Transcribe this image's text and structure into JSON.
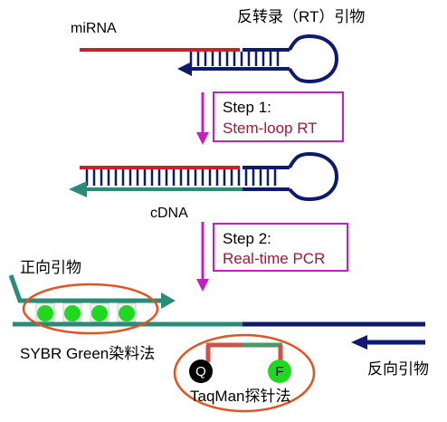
{
  "labels": {
    "mirna": "miRNA",
    "rt_primer": "反转录（RT）引物",
    "cdna": "cDNA",
    "forward_primer": "正向引物",
    "reverse_primer": "反向引物",
    "sybr": "SYBR Green染料法",
    "taqman": "TaqMan探针法",
    "quencher": "Q",
    "fluor": "F"
  },
  "steps": [
    {
      "title": "Step 1:",
      "name": "Stem-loop RT"
    },
    {
      "title": "Step 2:",
      "name": "Real-time PCR"
    }
  ],
  "colors": {
    "mirna_red": "#cc1f2e",
    "navy": "#0d1a6e",
    "teal": "#2a8c78",
    "magenta": "#c21fc6",
    "ellipse_orange": "#e2541f",
    "dye_green": "#1fd81f",
    "probe_red": "#c8544a",
    "probe_green": "#4a9a62",
    "step_text": "#a0173a"
  }
}
